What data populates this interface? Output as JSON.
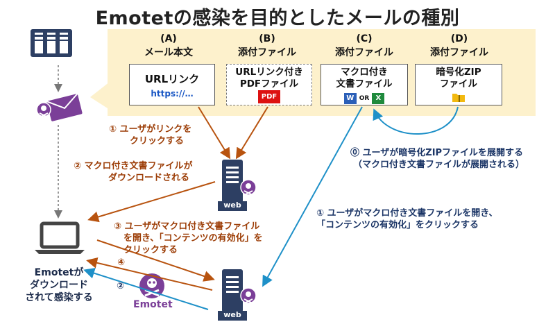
{
  "title": "Emotetの感染を目的としたメールの種別",
  "columns": [
    {
      "letter": "(A)",
      "kind": "メール本文",
      "lines": [
        "URLリンク"
      ],
      "link": "https://…"
    },
    {
      "letter": "(B)",
      "kind": "添付ファイル",
      "lines": [
        "URLリンク付き",
        "PDFファイル"
      ],
      "badge": "PDF"
    },
    {
      "letter": "(C)",
      "kind": "添付ファイル",
      "lines": [
        "マクロ付き",
        "文書ファイル"
      ],
      "word": "W",
      "or": "OR",
      "excel": "X"
    },
    {
      "letter": "(D)",
      "kind": "添付ファイル",
      "lines": [
        "暗号化ZIP",
        "ファイル"
      ]
    }
  ],
  "labels": {
    "step1_link": [
      "① ユーザがリンクを",
      "クリックする"
    ],
    "step2_download": [
      "② マクロ付き文書ファイルが",
      "ダウンロードされる"
    ],
    "step3_open": [
      "③ ユーザがマクロ付き文書ファイル",
      "を開き、「コンテンツの有効化」を",
      "クリックする"
    ],
    "step4": "④",
    "step2b": "②",
    "step0_zip": [
      "⓪ ユーザが暗号化ZIPファイルを展開する",
      "（マクロ付き文書ファイルが展開される）"
    ],
    "step1_macro": [
      "① ユーザがマクロ付き文書ファイルを開き、",
      "「コンテンツの有効化」をクリックする"
    ],
    "infected": [
      "Emotetが",
      "ダウンロード",
      "されて感染する"
    ],
    "emotet": "Emotet",
    "web1": "web",
    "web2": "web"
  },
  "colors": {
    "brown": "#b8530f",
    "blue": "#1e90c8",
    "navy": "#2d3f63",
    "purple": "#7b3f98"
  }
}
